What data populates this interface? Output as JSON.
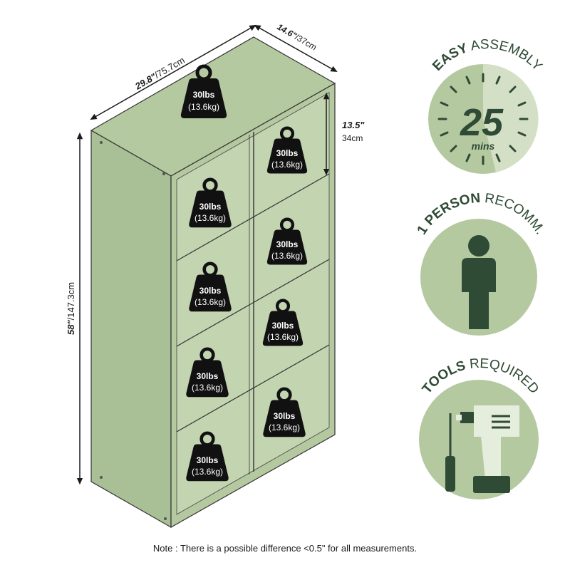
{
  "colors": {
    "panel": "#b5c9a1",
    "panel_dark": "#a7bd93",
    "dark_green": "#2f4a35",
    "badge_fill": "#b5c9a1",
    "badge_text": "#2f4a35"
  },
  "dimensions": {
    "width": {
      "imperial": "29.8\"",
      "metric": "/75.7cm"
    },
    "depth": {
      "imperial": "14.6\"",
      "metric": "/37cm"
    },
    "height": {
      "imperial": "58\"",
      "metric": "/147.3cm"
    },
    "cube": {
      "imperial": "13.5\"",
      "metric": "34cm"
    }
  },
  "weights": [
    {
      "lbs": "30lbs",
      "kg": "(13.6kg)"
    },
    {
      "lbs": "30lbs",
      "kg": "(13.6kg)"
    },
    {
      "lbs": "30lbs",
      "kg": "(13.6kg)"
    },
    {
      "lbs": "30lbs",
      "kg": "(13.6kg)"
    },
    {
      "lbs": "30lbs",
      "kg": "(13.6kg)"
    },
    {
      "lbs": "30lbs",
      "kg": "(13.6kg)"
    },
    {
      "lbs": "30lbs",
      "kg": "(13.6kg)"
    },
    {
      "lbs": "30lbs",
      "kg": "(13.6kg)"
    },
    {
      "lbs": "30lbs",
      "kg": "(13.6kg)"
    }
  ],
  "badges": {
    "assembly": {
      "bold": "EASY",
      "rest": "ASSEMBLY",
      "minutes": "25",
      "unit": "mins",
      "icon": "timer-icon"
    },
    "person": {
      "bold": "1 PERSON",
      "rest": "RECOMM.",
      "icon": "person-icon"
    },
    "tools": {
      "bold": "TOOLS",
      "rest": "REQUIRED",
      "icon": "drill-screwdriver-icon"
    }
  },
  "note": "Note : There is a possible difference <0.5\" for all measurements."
}
